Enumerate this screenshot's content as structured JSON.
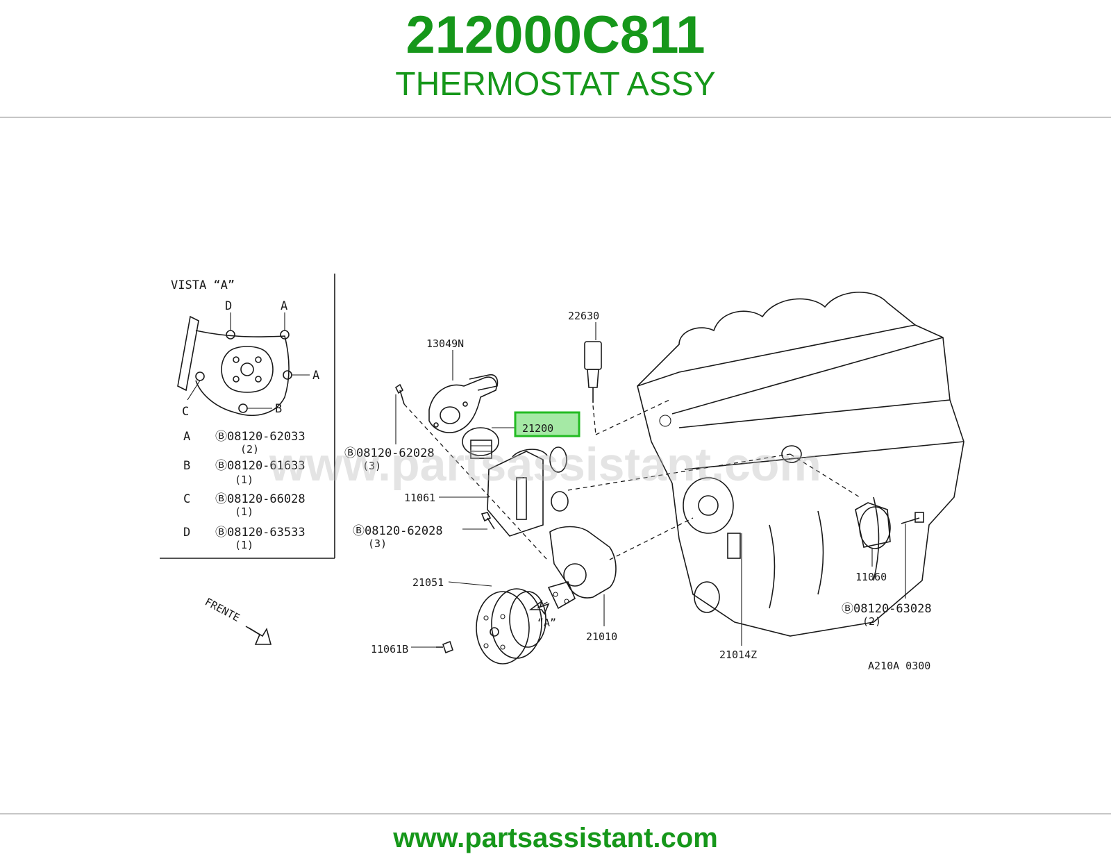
{
  "header": {
    "part_number": "212000C811",
    "part_name": "THERMOSTAT ASSY"
  },
  "colors": {
    "brand_green": "#16971a",
    "highlight_fill": "#7fe07f",
    "highlight_stroke": "#22bb22"
  },
  "diagram": {
    "inset_title": "VISTA “A”",
    "inset_points": [
      "D",
      "A",
      "A",
      "C",
      "B"
    ],
    "inset_legend": [
      {
        "key": "A",
        "part": "Ⓑ08120-62033",
        "qty": "(2)"
      },
      {
        "key": "B",
        "part": "Ⓑ08120-61633",
        "qty": "(1)"
      },
      {
        "key": "C",
        "part": "Ⓑ08120-66028",
        "qty": "(1)"
      },
      {
        "key": "D",
        "part": "Ⓑ08120-63533",
        "qty": "(1)"
      }
    ],
    "direction_label": "FRENTE",
    "view_label": "“A”",
    "callouts": {
      "c22630": "22630",
      "c13049n": "13049N",
      "c21200": "21200",
      "c11061": "11061",
      "c21051": "21051",
      "c11061b": "11061B",
      "c21010": "21010",
      "c21014z": "21014Z",
      "c11060": "11060",
      "bolt1_part": "Ⓑ08120-62028",
      "bolt1_qty": "(3)",
      "bolt2_part": "Ⓑ08120-62028",
      "bolt2_qty": "(3)",
      "bolt3_part": "Ⓑ08120-63028",
      "bolt3_qty": "(2)"
    },
    "drawing_code": "A210A  0300",
    "watermark": "www.partsassistant.com"
  },
  "footer": {
    "url": "www.partsassistant.com"
  }
}
